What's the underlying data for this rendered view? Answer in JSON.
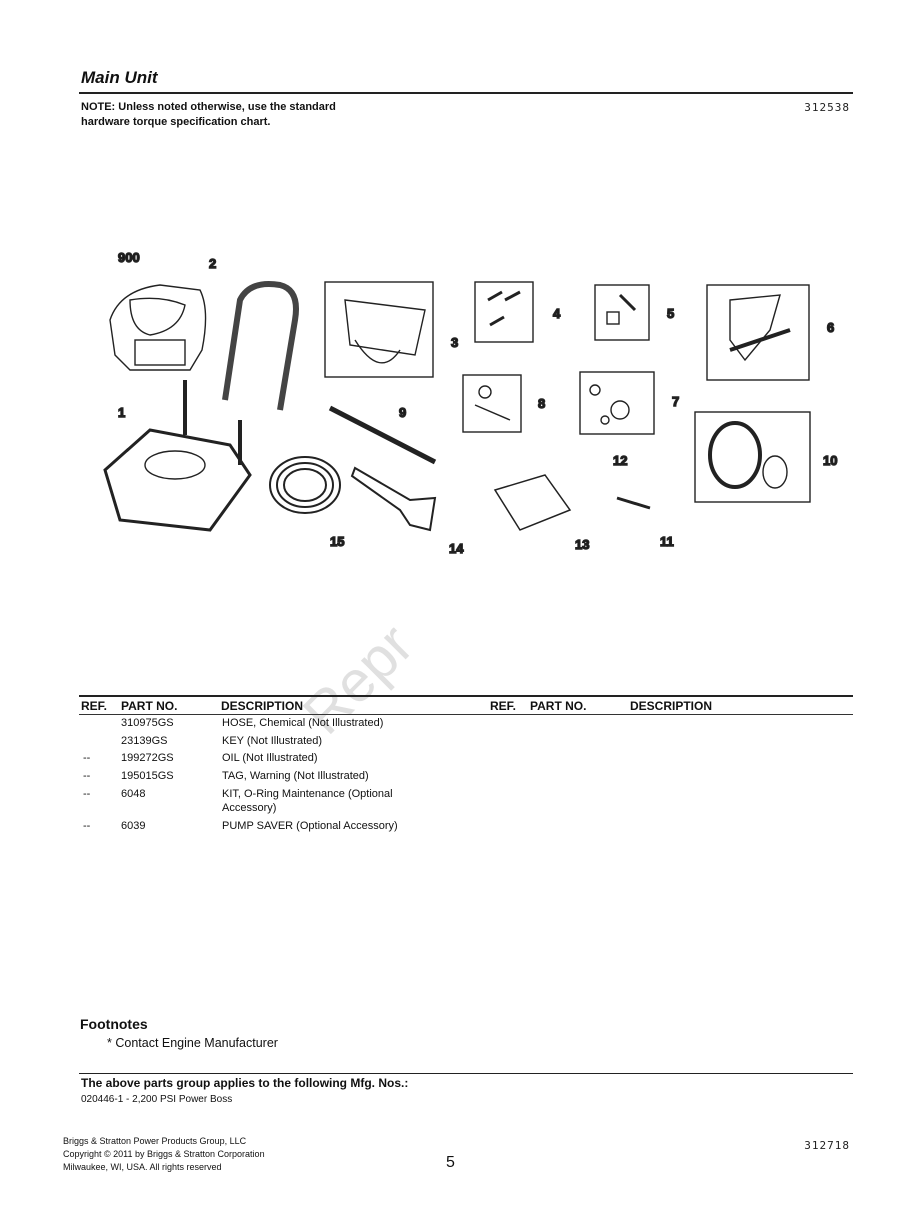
{
  "page": {
    "title": "Main Unit",
    "note": "NOTE: Unless noted otherwise, use the standard hardware torque specification chart.",
    "diagram_code": "312538",
    "bottom_code": "312718",
    "page_number": "5",
    "watermark": "Repr"
  },
  "diagram": {
    "labels": [
      "900",
      "2",
      "3",
      "4",
      "5",
      "6",
      "1",
      "9",
      "8",
      "7",
      "12",
      "10",
      "15",
      "14",
      "13",
      "11"
    ]
  },
  "table": {
    "headers": {
      "ref": "REF.",
      "part_no": "PART NO.",
      "description": "DESCRIPTION",
      "ref2": "REF.",
      "part_no2": "PART NO.",
      "description2": "DESCRIPTION"
    },
    "rows": [
      {
        "ref": "",
        "part": "310975GS",
        "desc": "HOSE, Chemical (Not Illustrated)"
      },
      {
        "ref": "",
        "part": "23139GS",
        "desc": "KEY (Not Illustrated)"
      },
      {
        "ref": "--",
        "part": "199272GS",
        "desc": "OIL (Not Illustrated)"
      },
      {
        "ref": "--",
        "part": "195015GS",
        "desc": "TAG, Warning (Not Illustrated)"
      },
      {
        "ref": "--",
        "part": "6048",
        "desc": "KIT, O-Ring Maintenance (Optional",
        "desc2": "Accessory)"
      },
      {
        "ref": "--",
        "part": "6039",
        "desc": "PUMP SAVER (Optional Accessory)"
      }
    ]
  },
  "footnotes": {
    "title": "Footnotes",
    "items": [
      "* Contact Engine Manufacturer"
    ]
  },
  "mfg": {
    "title": "The above parts group applies to the following Mfg. Nos.:",
    "items": [
      "020446-1 - 2,200 PSI Power Boss"
    ]
  },
  "company": {
    "line1": "Briggs & Stratton Power Products Group, LLC",
    "line2": "Copyright ©  2011 by Briggs & Stratton Corporation",
    "line3": "Milwaukee, WI, USA. All rights reserved"
  }
}
